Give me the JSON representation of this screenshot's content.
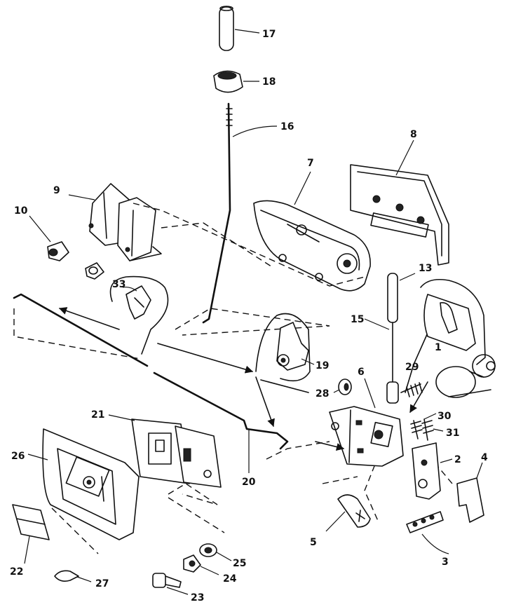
{
  "parts": {
    "p1": "1",
    "p2": "2",
    "p3": "3",
    "p4": "4",
    "p5": "5",
    "p6": "6",
    "p7": "7",
    "p8": "8",
    "p9": "9",
    "p10": "10",
    "p13": "13",
    "p15": "15",
    "p16": "16",
    "p17": "17",
    "p18": "18",
    "p19": "19",
    "p20": "20",
    "p21": "21",
    "p22": "22",
    "p23": "23",
    "p24": "24",
    "p25": "25",
    "p26": "26",
    "p27": "27",
    "p28": "28",
    "p29": "29",
    "p30": "30",
    "p31": "31",
    "p33": "33"
  }
}
